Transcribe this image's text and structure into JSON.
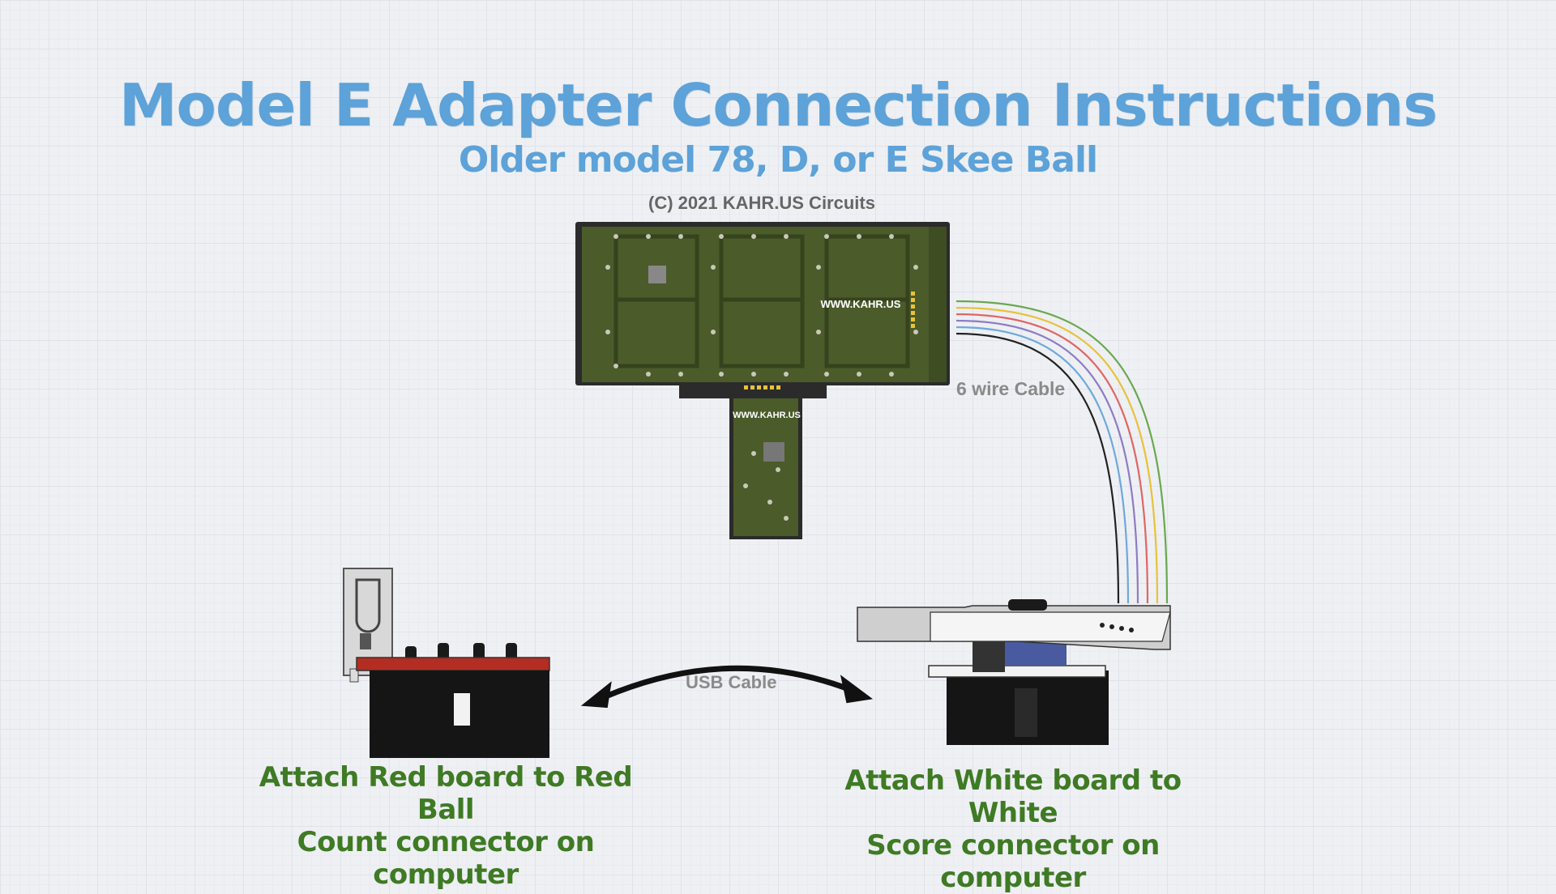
{
  "title": "Model E Adapter Connection Instructions",
  "subtitle": "Older model 78, D, or E Skee Ball",
  "copyright": "(C) 2021 KAHR.US Circuits",
  "board": {
    "main_label": "WWW.KAHR.US",
    "tab_label": "WWW.KAHR.US"
  },
  "cable_label": "6 wire Cable",
  "usb_label": "USB Cable",
  "caption_left": {
    "line1": "Attach Red board to Red Ball",
    "line2": "Count connector on computer"
  },
  "caption_right": {
    "line1": "Attach White board to White",
    "line2": "Score connector on computer"
  },
  "colors": {
    "title": "#5da2d8",
    "caption": "#3f7a24",
    "pcb": "#4a5a2a",
    "red_board": "#b32d22"
  },
  "wire_colors": [
    "#6aa84f",
    "#e8c23a",
    "#e06666",
    "#8e7cc3",
    "#6fa8dc",
    "#222222"
  ]
}
